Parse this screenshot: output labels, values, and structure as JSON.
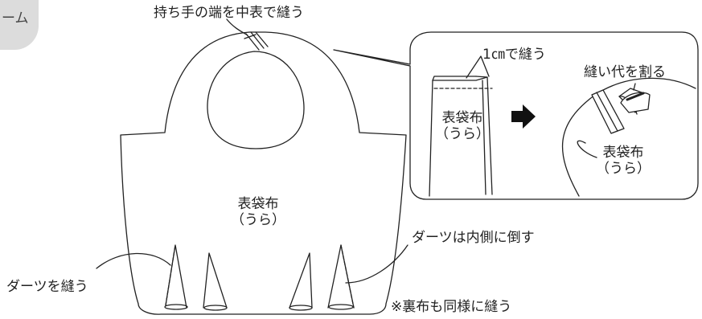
{
  "menu_tab": "ーム",
  "labels": {
    "top_caption": "持ち手の端を中表で縫う",
    "bag_body_line1": "表袋布",
    "bag_body_line2": "（うら）",
    "sew_1cm": "1㎝で縫う",
    "inset_left_line1": "表袋布",
    "inset_left_line2": "（うら）",
    "seam_split": "縫い代を割る",
    "inset_right_line1": "表袋布",
    "inset_right_line2": "（うら）",
    "dart_inward": "ダーツは内側に倒す",
    "sew_darts": "ダーツを縫う",
    "lining_note": "※裏布も同様に縫う"
  }
}
